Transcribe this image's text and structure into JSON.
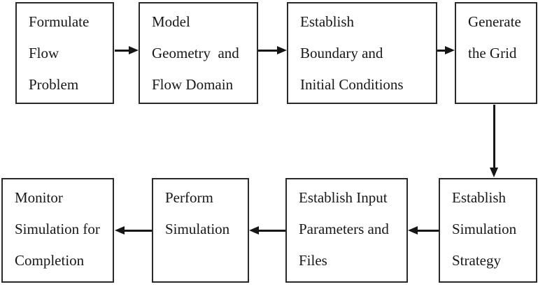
{
  "diagram_type": "flowchart",
  "colors": {
    "background": "#ffffff",
    "box_border": "#2a2a2a",
    "text": "#171717",
    "arrow": "#161616"
  },
  "boxes": [
    {
      "id": "formulate-flow-problem",
      "lines": [
        "Formulate",
        "Flow",
        "Problem"
      ]
    },
    {
      "id": "model-geometry-and-flow-domain",
      "lines": [
        "Model",
        "Geometry  and",
        "Flow Domain"
      ]
    },
    {
      "id": "establish-boundary-and-initial-conditions",
      "lines": [
        "Establish",
        "Boundary and",
        "Initial Conditions"
      ]
    },
    {
      "id": "generate-the-grid",
      "lines": [
        "Generate",
        "the Grid"
      ]
    },
    {
      "id": "establish-simulation-strategy",
      "lines": [
        "Establish",
        "Simulation",
        "Strategy"
      ]
    },
    {
      "id": "establish-input-parameters-and-files",
      "lines": [
        "Establish Input",
        "Parameters and",
        "Files"
      ]
    },
    {
      "id": "perform-simulation",
      "lines": [
        "Perform",
        "Simulation"
      ]
    },
    {
      "id": "monitor-simulation-for-completion",
      "lines": [
        "Monitor",
        "Simulation for",
        "Completion"
      ]
    }
  ],
  "connections": [
    {
      "from": "Formulate Flow Problem",
      "to": "Model Geometry and Flow Domain",
      "direction": "right"
    },
    {
      "from": "Model Geometry and Flow Domain",
      "to": "Establish Boundary and Initial Conditions",
      "direction": "right"
    },
    {
      "from": "Establish Boundary and Initial Conditions",
      "to": "Generate the Grid",
      "direction": "right"
    },
    {
      "from": "Generate the Grid",
      "to": "Establish Simulation Strategy",
      "direction": "down"
    },
    {
      "from": "Establish Simulation Strategy",
      "to": "Establish Input Parameters and Files",
      "direction": "left"
    },
    {
      "from": "Establish Input Parameters and Files",
      "to": "Perform Simulation",
      "direction": "left"
    },
    {
      "from": "Perform Simulation",
      "to": "Monitor Simulation for Completion",
      "direction": "left"
    }
  ]
}
